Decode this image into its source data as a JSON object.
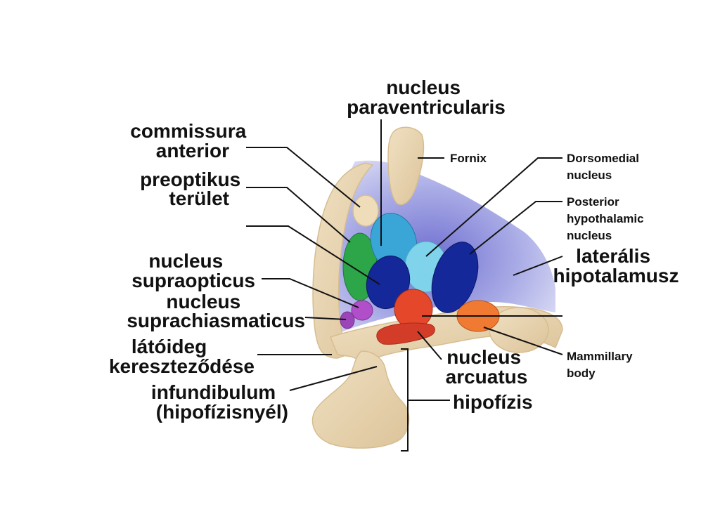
{
  "labels": {
    "nucleus_paraventricularis": [
      "nucleus",
      "paraventricularis"
    ],
    "commissura_anterior": [
      "commissura",
      "anterior"
    ],
    "preoptikus_terulet": [
      "preoptikus",
      "terület"
    ],
    "nucleus_supraopticus": [
      "nucleus",
      "supraopticus"
    ],
    "nucleus_suprachiasmaticus": [
      "nucleus",
      "suprachiasmaticus"
    ],
    "latoideg": [
      "látóideg",
      "kereszteződése"
    ],
    "infundibulum": [
      "infundibulum",
      "(hipofízisnyél)"
    ],
    "fornix": [
      "Fornix"
    ],
    "dorsomedial_nucleus": [
      "Dorsomedial",
      "nucleus"
    ],
    "posterior_hypothalamic_nucleus": [
      "Posterior",
      "hypothalamic",
      "nucleus"
    ],
    "lateralis_hipotalamusz": [
      "laterális",
      "hipotalamusz"
    ],
    "mammillary_body": [
      "Mammillary",
      "body"
    ],
    "nucleus_arcuatus": [
      "nucleus",
      "arcuatus"
    ],
    "hipofizis": [
      "hipofízis"
    ]
  },
  "colors": {
    "tissue": "#ead7b4",
    "tissue_edge": "#d6bd90",
    "background_region": "#c7c9ef",
    "green": "#2da64a",
    "light_blue": "#3aa6d8",
    "cyan": "#7fd3ea",
    "dark_blue": "#14289a",
    "red": "#e4472a",
    "orange": "#f07a32",
    "purple": "#b04fc9"
  }
}
